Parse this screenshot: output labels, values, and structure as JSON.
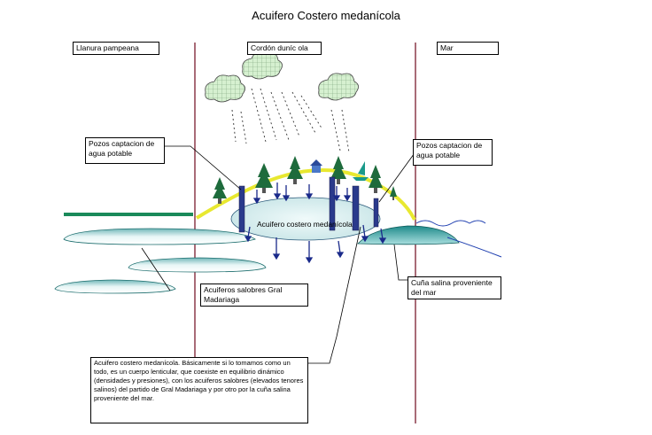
{
  "title": "Acuifero Costero medanícola",
  "zones": {
    "plain": "Llanura pampeana",
    "dune": "Cordón duníc ola",
    "sea": "Mar"
  },
  "labels": {
    "wells_left": "Pozos captacion de agua potable",
    "wells_right": "Pozos captacion de agua potable",
    "aquifer": "Acuifero costero medanícola",
    "salty_aquifers": "Acuiferos salobres Gral Madariaga",
    "saline_wedge": "Cuña salina proveniente del mar",
    "description": "Acuifero costero medanícola. Básicamente si lo tomamos como un todo, es un cuerpo lenticular, que coexiste en equilibrio dinámico (densidades y presiones), con los acuiferos salobres (elevados tenores salinos) del partido de Gral Madariaga y por otro por la cuña salina proveniente del mar."
  },
  "colors": {
    "divider": "#8b3a4a",
    "dune_line": "#e0e030",
    "aquifer_fill": "#d8eef0",
    "well": "#2a3a8c",
    "tree": "#1e6b3c",
    "salty": "#2a8a8a",
    "green_bar": "#1a8a5a",
    "cloud": "#c8e8c8",
    "sea_line": "#1f3fb0"
  },
  "icons": [
    "cloud-icon",
    "tree-icon",
    "well-icon",
    "arrow-down-icon",
    "house-icon",
    "sailboat-icon"
  ]
}
